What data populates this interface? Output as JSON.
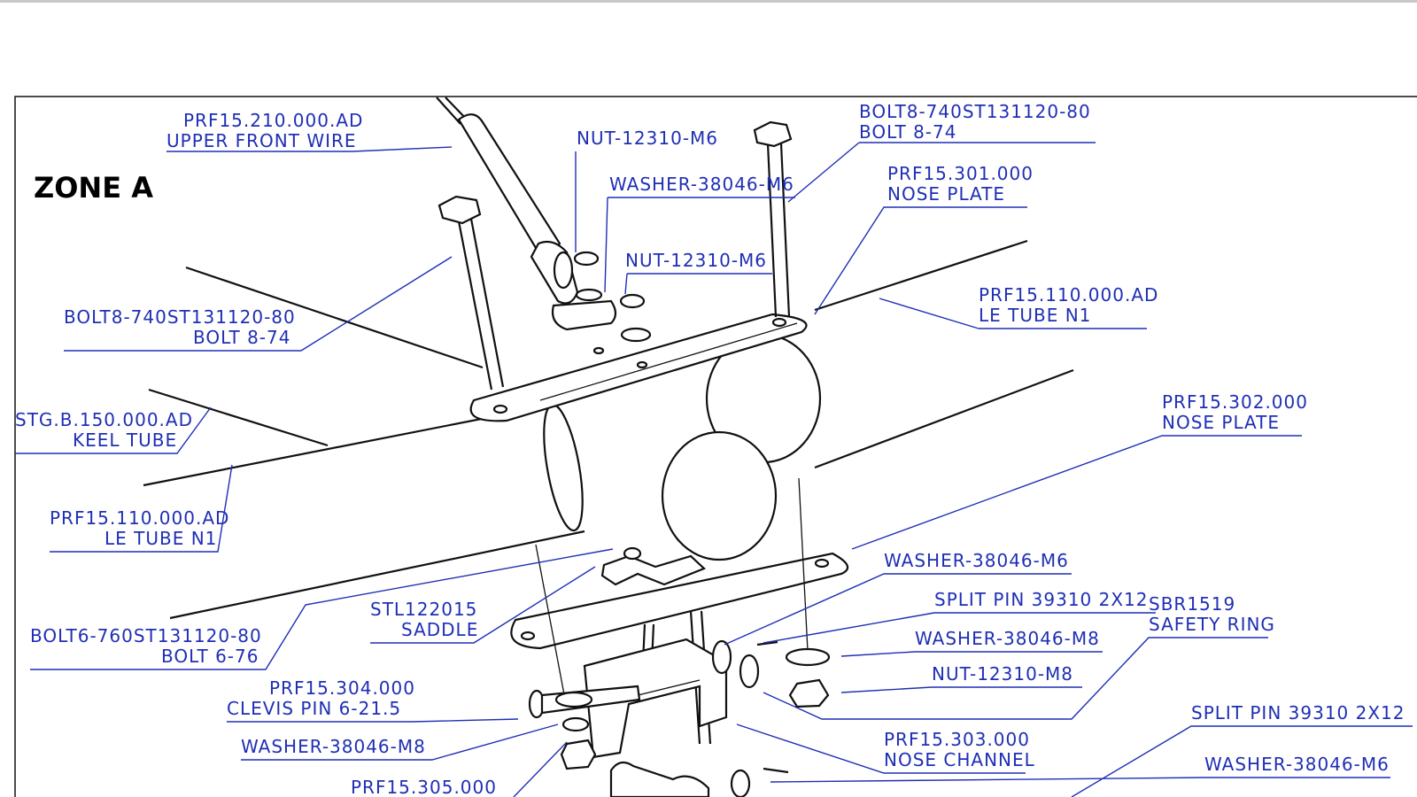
{
  "zone_title": "ZONE A",
  "labels": [
    {
      "id": "upper-front-wire",
      "lines": [
        "PRF15.210.000.AD",
        "UPPER FRONT WIRE"
      ]
    },
    {
      "id": "nut-top",
      "lines": [
        "NUT-12310-M6"
      ]
    },
    {
      "id": "bolt-8-74-top",
      "lines": [
        "BOLT8-740ST131120-80",
        "BOLT 8-74"
      ]
    },
    {
      "id": "washer-top",
      "lines": [
        "WASHER-38046-M6"
      ]
    },
    {
      "id": "nose-plate-301",
      "lines": [
        "PRF15.301.000",
        "NOSE PLATE"
      ]
    },
    {
      "id": "nut-mid",
      "lines": [
        "NUT-12310-M6"
      ]
    },
    {
      "id": "le-tube-right",
      "lines": [
        "PRF15.110.000.AD",
        "LE TUBE N1"
      ]
    },
    {
      "id": "bolt-8-74-left",
      "lines": [
        "BOLT8-740ST131120-80",
        "BOLT 8-74"
      ]
    },
    {
      "id": "keel-tube",
      "lines": [
        "STG.B.150.000.AD",
        "KEEL TUBE"
      ]
    },
    {
      "id": "nose-plate-302",
      "lines": [
        "PRF15.302.000",
        "NOSE PLATE"
      ]
    },
    {
      "id": "le-tube-left",
      "lines": [
        "PRF15.110.000.AD",
        "LE TUBE N1"
      ]
    },
    {
      "id": "washer-m6-right",
      "lines": [
        "WASHER-38046-M6"
      ]
    },
    {
      "id": "saddle",
      "lines": [
        "STL122015",
        "SADDLE"
      ]
    },
    {
      "id": "split-pin-1",
      "lines": [
        "SPLIT PIN 39310 2X12"
      ]
    },
    {
      "id": "safety-ring",
      "lines": [
        "SBR1519",
        "SAFETY RING"
      ]
    },
    {
      "id": "bolt-6-76",
      "lines": [
        "BOLT6-760ST131120-80",
        "BOLT 6-76"
      ]
    },
    {
      "id": "washer-m8-right",
      "lines": [
        "WASHER-38046-M8"
      ]
    },
    {
      "id": "clevis-pin",
      "lines": [
        "PRF15.304.000",
        "CLEVIS PIN 6-21.5"
      ]
    },
    {
      "id": "nut-m8",
      "lines": [
        "NUT-12310-M8"
      ]
    },
    {
      "id": "split-pin-2",
      "lines": [
        "SPLIT PIN 39310 2X12"
      ]
    },
    {
      "id": "washer-m8-left",
      "lines": [
        "WASHER-38046-M8"
      ]
    },
    {
      "id": "nose-channel",
      "lines": [
        "PRF15.303.000",
        "NOSE CHANNEL"
      ]
    },
    {
      "id": "washer-m6-bottom",
      "lines": [
        "WASHER-38046-M6"
      ]
    },
    {
      "id": "part-305",
      "lines": [
        "PRF15.305.000"
      ]
    }
  ]
}
